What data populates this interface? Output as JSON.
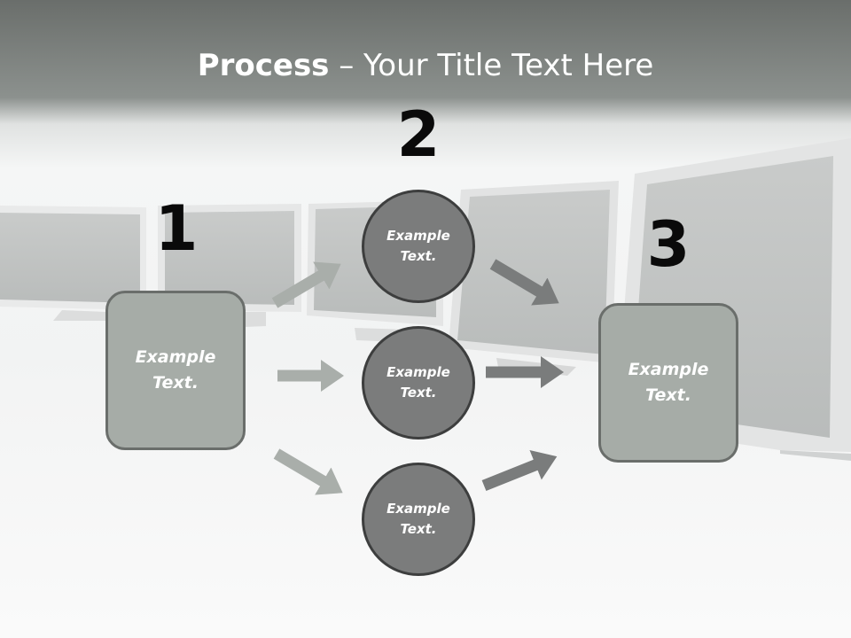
{
  "title": {
    "bold": "Process",
    "rest": " – Your Title Text Here"
  },
  "steps": {
    "one": "1",
    "two": "2",
    "three": "3"
  },
  "left_box": "Example\nText.",
  "circles": [
    "Example\nText.",
    "Example\nText.",
    "Example\nText."
  ],
  "right_box": "Example\nText.",
  "colors": {
    "box_fill": "#a6aca7",
    "circle_fill": "#7b7c7c",
    "arrow_light": "#a9aeaa",
    "arrow_dark": "#7a7c7c"
  }
}
